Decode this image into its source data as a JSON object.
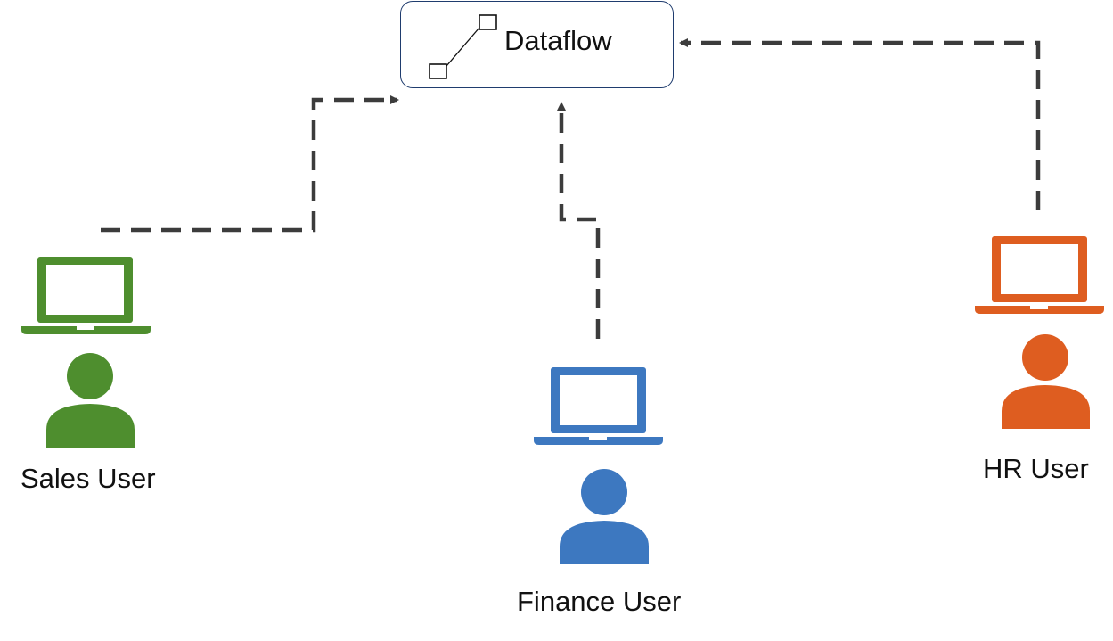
{
  "diagram": {
    "node": {
      "label": "Dataflow",
      "icon": "dataflow-icon"
    },
    "users": [
      {
        "label": "Sales User",
        "color": "#4e8e2e",
        "icon": "user-laptop-icon"
      },
      {
        "label": "Finance User",
        "color": "#3d78c0",
        "icon": "user-laptop-icon"
      },
      {
        "label": "HR User",
        "color": "#de5d20",
        "icon": "user-laptop-icon"
      }
    ],
    "connector_color": "#3c3c3c"
  }
}
